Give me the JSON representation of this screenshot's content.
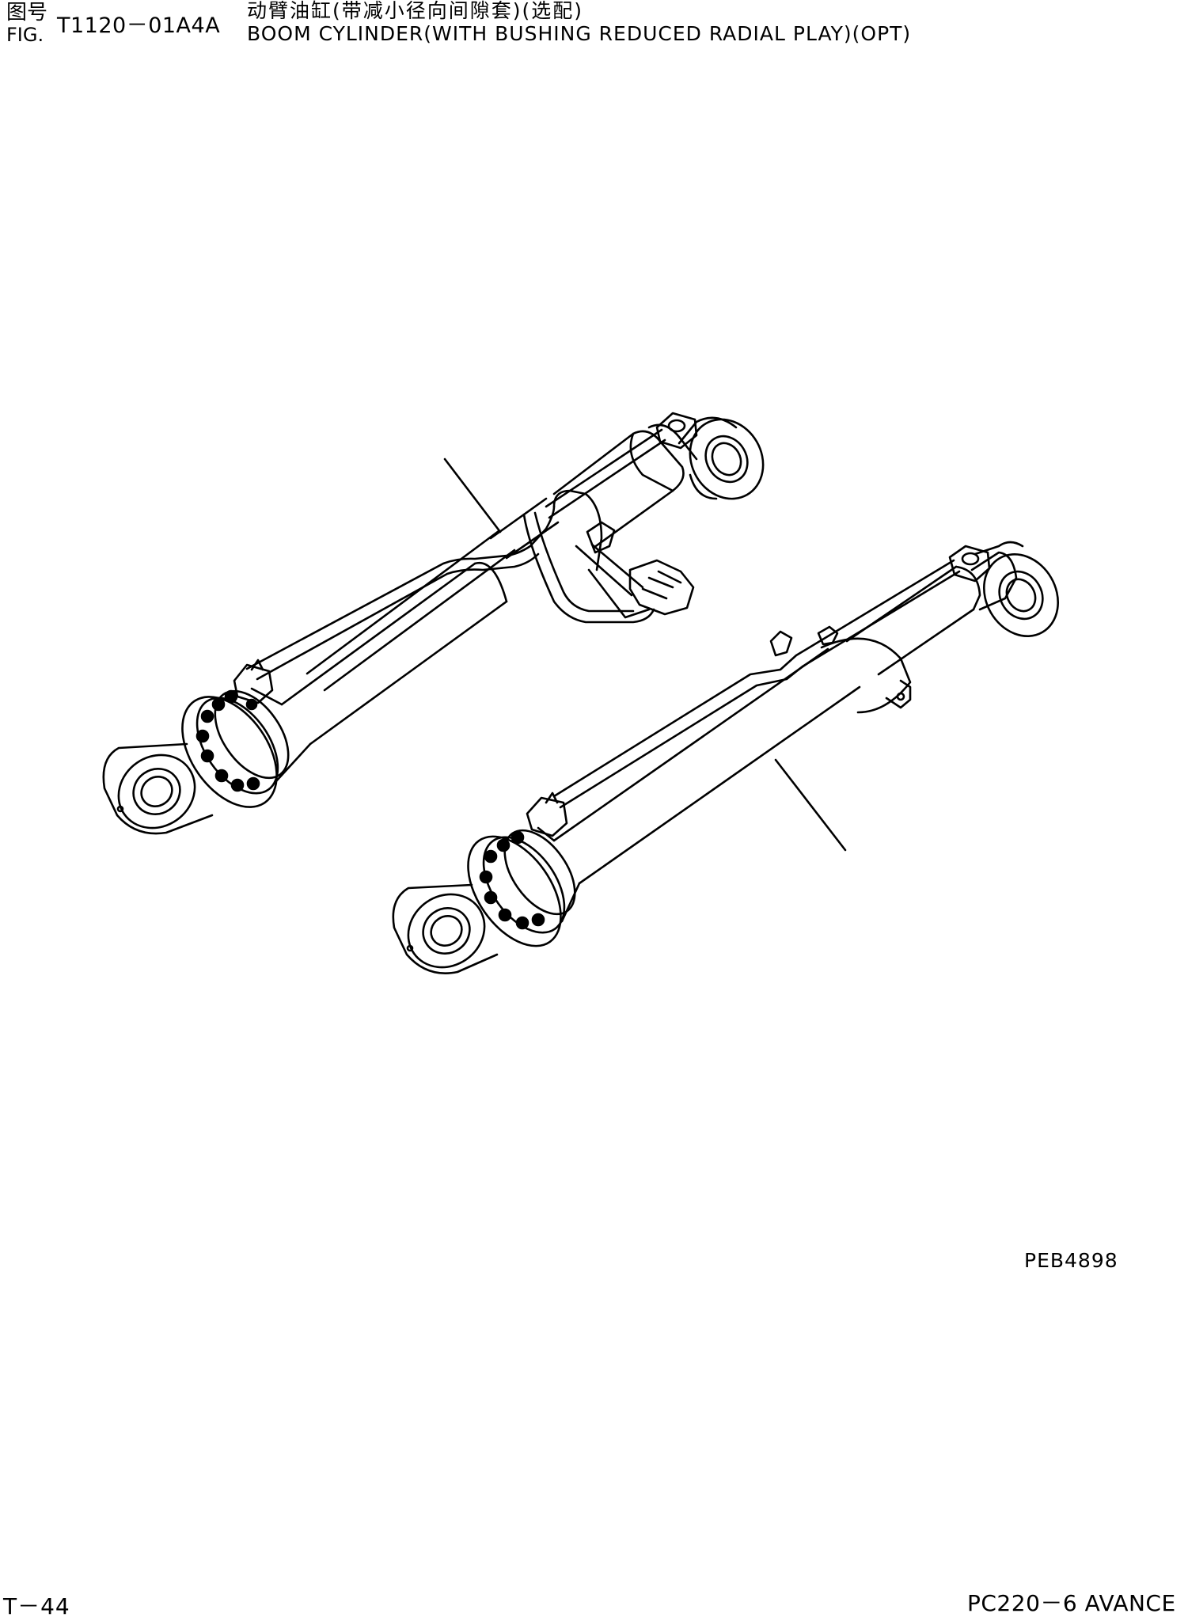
{
  "header": {
    "fig_label_cn": "图号",
    "fig_label_en": "FIG.",
    "fig_number": "T1120－01A4A",
    "title_cn": "动臂油缸(带减小径向间隙套)(选配)",
    "title_en": "BOOM CYLINDER(WITH BUSHING REDUCED RADIAL PLAY)(OPT)"
  },
  "illustration": {
    "drawing_code": "PEB4898"
  },
  "footer": {
    "page": "T－44",
    "model": "PC220－6 AVANCE"
  }
}
